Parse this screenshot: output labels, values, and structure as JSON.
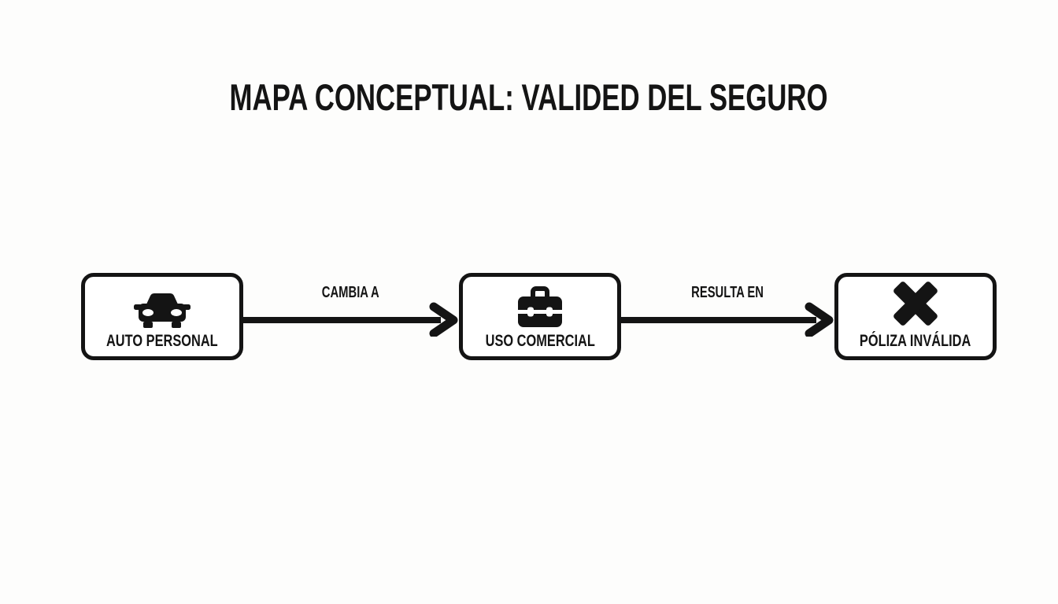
{
  "title": "MAPA CONCEPTUAL: VALIDED DEL SEGURO",
  "nodes": [
    {
      "label": "AUTO PERSONAL",
      "icon": "car-icon"
    },
    {
      "label": "USO COMERCIAL",
      "icon": "briefcase-icon"
    },
    {
      "label": "PÓLIZA INVÁLIDA",
      "icon": "x-mark-icon"
    }
  ],
  "edges": [
    {
      "label": "CAMBIA A",
      "from": "AUTO PERSONAL",
      "to": "USO COMERCIAL"
    },
    {
      "label": "RESULTA EN",
      "from": "USO COMERCIAL",
      "to": "PÓLIZA INVÁLIDA"
    }
  ],
  "colors": {
    "ink": "#141414",
    "background": "#fdfdfc"
  }
}
